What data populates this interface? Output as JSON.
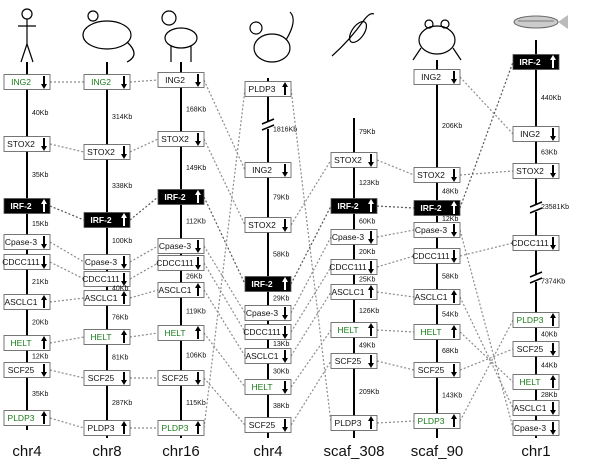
{
  "columns": [
    {
      "chromosome": "chr4",
      "animal": "human-icon",
      "genes": [
        {
          "name": "ING2",
          "dir": "down",
          "color": "green"
        },
        {
          "name": "STOX2",
          "dir": "down",
          "color": "black"
        },
        {
          "name": "IRF-2",
          "dir": "up",
          "color": "black",
          "highlight": true
        },
        {
          "name": "Cpase-3",
          "dir": "down",
          "color": "black"
        },
        {
          "name": "CDCC111",
          "dir": "down",
          "color": "black"
        },
        {
          "name": "ASCLC1",
          "dir": "up",
          "color": "black"
        },
        {
          "name": "HELT",
          "dir": "up",
          "color": "green"
        },
        {
          "name": "SCF25",
          "dir": "down",
          "color": "black"
        },
        {
          "name": "PLDP3",
          "dir": "up",
          "color": "green"
        }
      ],
      "distances": [
        "40Kb",
        "35Kb",
        "15Kb",
        "",
        "21Kb",
        "20Kb",
        "12Kb",
        "35Kb"
      ]
    },
    {
      "chromosome": "chr8",
      "animal": "rat-icon",
      "genes": [
        {
          "name": "ING2",
          "dir": "down",
          "color": "green"
        },
        {
          "name": "STOX2",
          "dir": "down",
          "color": "black"
        },
        {
          "name": "IRF-2",
          "dir": "up",
          "color": "black",
          "highlight": true
        },
        {
          "name": "Cpase-3",
          "dir": "down",
          "color": "black"
        },
        {
          "name": "CDCC111",
          "dir": "down",
          "color": "black"
        },
        {
          "name": "ASCLC1",
          "dir": "up",
          "color": "black"
        },
        {
          "name": "HELT",
          "dir": "up",
          "color": "green"
        },
        {
          "name": "SCF25",
          "dir": "down",
          "color": "black"
        },
        {
          "name": "PLDP3",
          "dir": "up",
          "color": "black"
        }
      ],
      "distances": [
        "314Kb",
        "338Kb",
        "100Kb",
        "",
        "40Kb",
        "76Kb",
        "81Kb",
        "287Kb"
      ]
    },
    {
      "chromosome": "chr16",
      "animal": "dog-icon",
      "genes": [
        {
          "name": "ING2",
          "dir": "down",
          "color": "black"
        },
        {
          "name": "STOX2",
          "dir": "down",
          "color": "black"
        },
        {
          "name": "IRF-2",
          "dir": "up",
          "color": "black",
          "highlight": true
        },
        {
          "name": "Cpase-3",
          "dir": "down",
          "color": "black"
        },
        {
          "name": "CDCC111",
          "dir": "down",
          "color": "black"
        },
        {
          "name": "ASCLC1",
          "dir": "up",
          "color": "black"
        },
        {
          "name": "HELT",
          "dir": "up",
          "color": "green"
        },
        {
          "name": "SCF25",
          "dir": "down",
          "color": "black"
        },
        {
          "name": "PLDP3",
          "dir": "up",
          "color": "green"
        }
      ],
      "distances": [
        "168Kb",
        "149Kb",
        "112Kb",
        "",
        "26Kb",
        "119Kb",
        "106Kb",
        "115Kb"
      ]
    },
    {
      "chromosome": "chr4",
      "animal": "chicken-icon",
      "genes": [
        {
          "name": "PLDP3",
          "dir": "up",
          "color": "black"
        },
        {
          "name": "ING2",
          "dir": "down",
          "color": "black"
        },
        {
          "name": "STOX2",
          "dir": "down",
          "color": "black"
        },
        {
          "name": "IRF-2",
          "dir": "up",
          "color": "white",
          "highlight": true
        },
        {
          "name": "Cpase-3",
          "dir": "down",
          "color": "black"
        },
        {
          "name": "CDCC111",
          "dir": "down",
          "color": "black"
        },
        {
          "name": "ASCLC1",
          "dir": "down",
          "color": "black"
        },
        {
          "name": "HELT",
          "dir": "down",
          "color": "green"
        },
        {
          "name": "SCF25",
          "dir": "down",
          "color": "black"
        }
      ],
      "distances": [
        "1816Kb",
        "79Kb",
        "58Kb",
        "29Kb",
        "",
        "13Kb",
        "30Kb",
        "38Kb"
      ]
    },
    {
      "chromosome": "scaf_308",
      "animal": "lizard-icon",
      "genes": [
        {
          "name": "STOX2",
          "dir": "down",
          "color": "black"
        },
        {
          "name": "IRF-2",
          "dir": "up",
          "color": "black",
          "highlight": true
        },
        {
          "name": "Cpase-3",
          "dir": "down",
          "color": "black"
        },
        {
          "name": "CDCC111",
          "dir": "down",
          "color": "black"
        },
        {
          "name": "ASCLC1",
          "dir": "up",
          "color": "black"
        },
        {
          "name": "HELT",
          "dir": "up",
          "color": "green"
        },
        {
          "name": "SCF25",
          "dir": "down",
          "color": "black"
        },
        {
          "name": "PLDP3",
          "dir": "up",
          "color": "black"
        }
      ],
      "distances": [
        "123Kb",
        "60Kb",
        "20Kb",
        "25Kb",
        "126Kb",
        "49Kb",
        "209Kb"
      ],
      "top_distance": "79Kb"
    },
    {
      "chromosome": "scaf_90",
      "animal": "frog-icon",
      "genes": [
        {
          "name": "ING2",
          "dir": "down",
          "color": "black"
        },
        {
          "name": "STOX2",
          "dir": "down",
          "color": "black"
        },
        {
          "name": "IRF-2",
          "dir": "up",
          "color": "black",
          "highlight": true
        },
        {
          "name": "Cpase-3",
          "dir": "down",
          "color": "black"
        },
        {
          "name": "CDCC111",
          "dir": "down",
          "color": "black"
        },
        {
          "name": "ASCLC1",
          "dir": "up",
          "color": "black"
        },
        {
          "name": "HELT",
          "dir": "up",
          "color": "green"
        },
        {
          "name": "SCF25",
          "dir": "down",
          "color": "black"
        },
        {
          "name": "PLDP3",
          "dir": "up",
          "color": "green"
        }
      ],
      "distances": [
        "206Kb",
        "48Kb",
        "12Kb",
        "",
        "58Kb",
        "54Kb",
        "68Kb",
        "143Kb"
      ]
    },
    {
      "chromosome": "chr1",
      "animal": "zebrafish-icon",
      "genes": [
        {
          "name": "IRF-2",
          "dir": "up",
          "color": "black",
          "highlight": true
        },
        {
          "name": "ING2",
          "dir": "down",
          "color": "black"
        },
        {
          "name": "STOX2",
          "dir": "down",
          "color": "black"
        },
        {
          "name": "CDCC111",
          "dir": "down",
          "color": "black"
        },
        {
          "name": "PLDP3",
          "dir": "up",
          "color": "green"
        },
        {
          "name": "SCF25",
          "dir": "down",
          "color": "black"
        },
        {
          "name": "HELT",
          "dir": "up",
          "color": "green"
        },
        {
          "name": "ASCLC1",
          "dir": "down",
          "color": "black"
        },
        {
          "name": "Cpase-3",
          "dir": "down",
          "color": "black"
        }
      ],
      "distances": [
        "440Kb",
        "63Kb",
        "23581Kb",
        "7374Kb",
        "40Kb",
        "44Kb",
        "28Kb",
        ""
      ]
    }
  ],
  "colors": {
    "green": "#1a7a1a",
    "black": "#111111",
    "highlight_fill": "#000000",
    "link": "#8c8c8c"
  }
}
